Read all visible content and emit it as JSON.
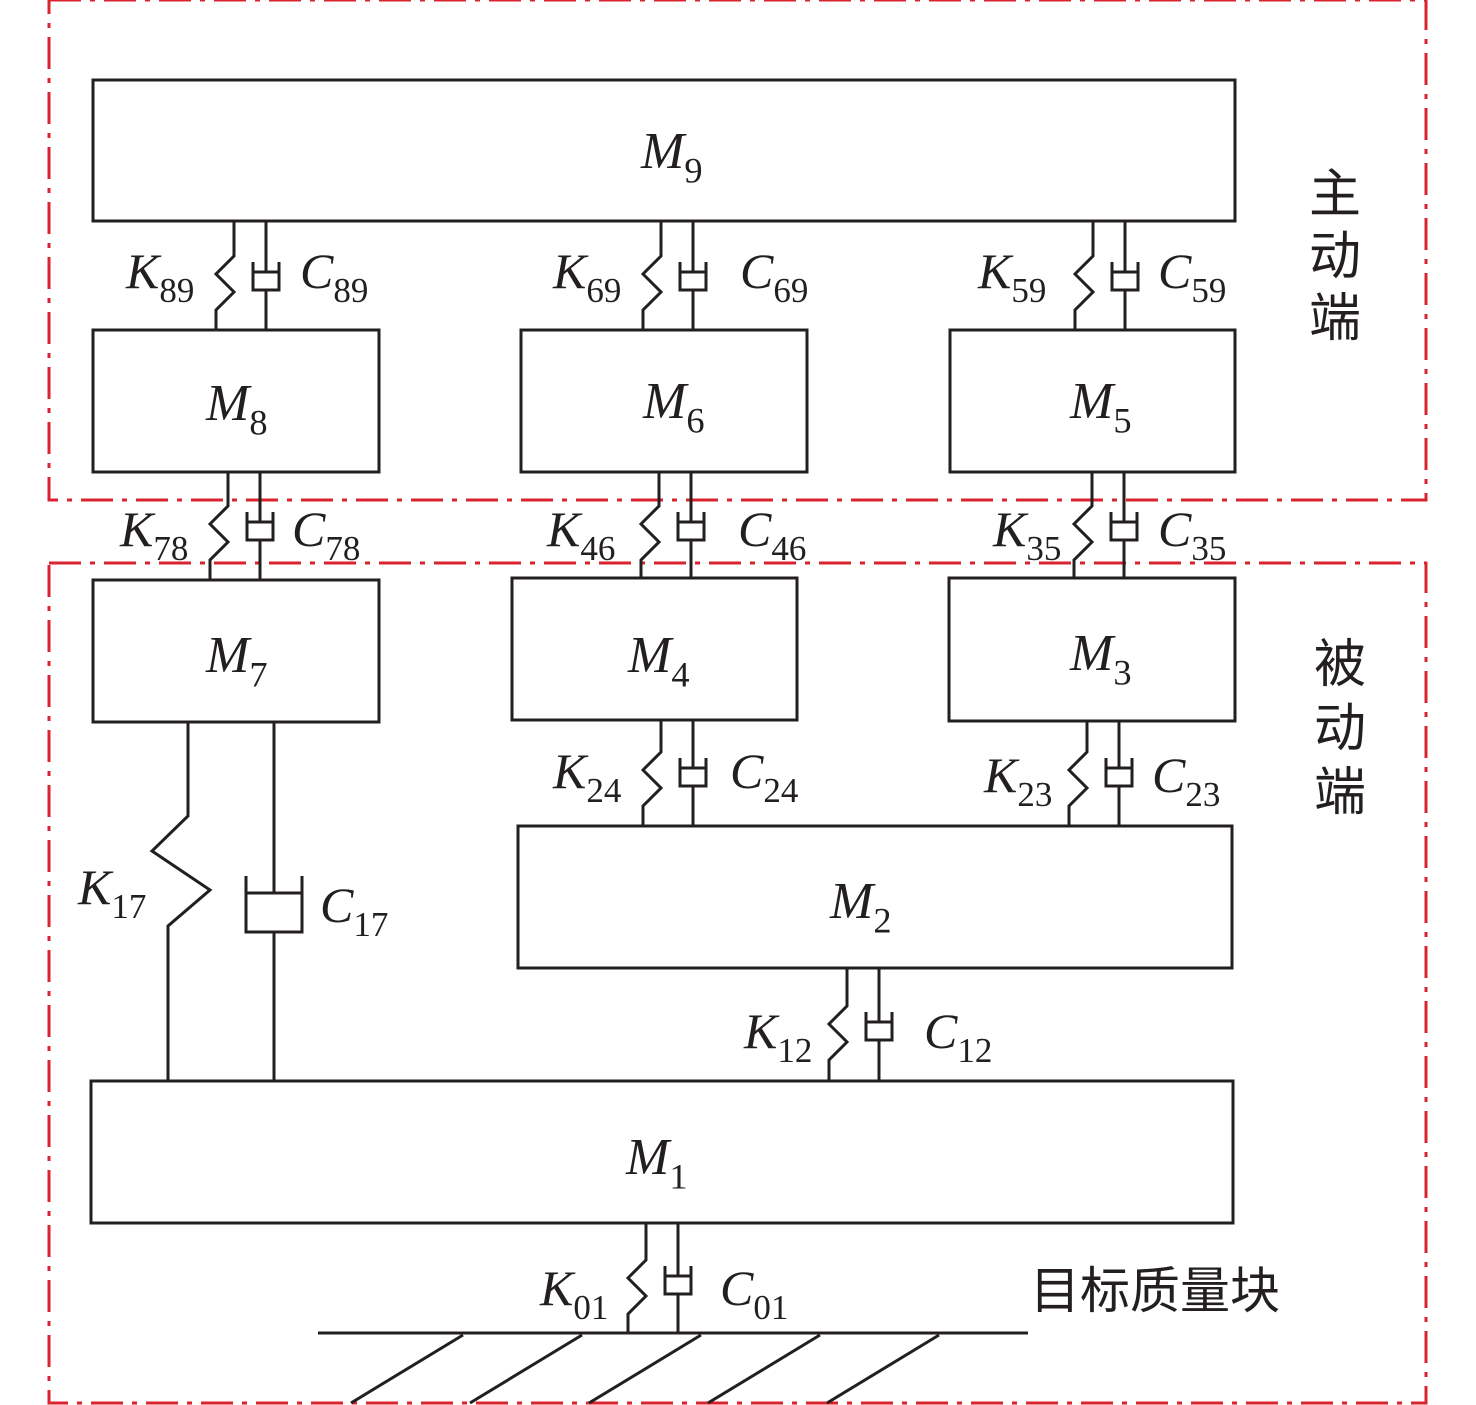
{
  "title": "Multi-mass spring-damper model",
  "regions": [
    {
      "id": "active",
      "label_chars": [
        "主",
        "动",
        "端"
      ],
      "label": "主动端"
    },
    {
      "id": "passive",
      "label_chars": [
        "被",
        "动",
        "端"
      ],
      "label": "被动端"
    }
  ],
  "target_label": "目标质量块",
  "colors": {
    "line": "#231f20",
    "region_border": "#d9232e",
    "background": "#ffffff"
  },
  "masses": [
    {
      "id": "M9",
      "symbol": "M",
      "sub": "9"
    },
    {
      "id": "M8",
      "symbol": "M",
      "sub": "8"
    },
    {
      "id": "M6",
      "symbol": "M",
      "sub": "6"
    },
    {
      "id": "M5",
      "symbol": "M",
      "sub": "5"
    },
    {
      "id": "M7",
      "symbol": "M",
      "sub": "7"
    },
    {
      "id": "M4",
      "symbol": "M",
      "sub": "4"
    },
    {
      "id": "M3",
      "symbol": "M",
      "sub": "3"
    },
    {
      "id": "M2",
      "symbol": "M",
      "sub": "2"
    },
    {
      "id": "M1",
      "symbol": "M",
      "sub": "1"
    }
  ],
  "connections": [
    {
      "id": "89",
      "from": "M9",
      "to": "M8",
      "spring": {
        "symbol": "K",
        "sub": "89"
      },
      "damper": {
        "symbol": "C",
        "sub": "89"
      }
    },
    {
      "id": "69",
      "from": "M9",
      "to": "M6",
      "spring": {
        "symbol": "K",
        "sub": "69"
      },
      "damper": {
        "symbol": "C",
        "sub": "69"
      }
    },
    {
      "id": "59",
      "from": "M9",
      "to": "M5",
      "spring": {
        "symbol": "K",
        "sub": "59"
      },
      "damper": {
        "symbol": "C",
        "sub": "59"
      }
    },
    {
      "id": "78",
      "from": "M8",
      "to": "M7",
      "spring": {
        "symbol": "K",
        "sub": "78"
      },
      "damper": {
        "symbol": "C",
        "sub": "78"
      }
    },
    {
      "id": "46",
      "from": "M6",
      "to": "M4",
      "spring": {
        "symbol": "K",
        "sub": "46"
      },
      "damper": {
        "symbol": "C",
        "sub": "46"
      }
    },
    {
      "id": "35",
      "from": "M5",
      "to": "M3",
      "spring": {
        "symbol": "K",
        "sub": "35"
      },
      "damper": {
        "symbol": "C",
        "sub": "35"
      }
    },
    {
      "id": "24",
      "from": "M4",
      "to": "M2",
      "spring": {
        "symbol": "K",
        "sub": "24"
      },
      "damper": {
        "symbol": "C",
        "sub": "24"
      }
    },
    {
      "id": "23",
      "from": "M3",
      "to": "M2",
      "spring": {
        "symbol": "K",
        "sub": "23"
      },
      "damper": {
        "symbol": "C",
        "sub": "23"
      }
    },
    {
      "id": "17",
      "from": "M7",
      "to": "M1",
      "spring": {
        "symbol": "K",
        "sub": "17"
      },
      "damper": {
        "symbol": "C",
        "sub": "17"
      }
    },
    {
      "id": "12",
      "from": "M2",
      "to": "M1",
      "spring": {
        "symbol": "K",
        "sub": "12"
      },
      "damper": {
        "symbol": "C",
        "sub": "12"
      }
    },
    {
      "id": "01",
      "from": "M1",
      "to": "ground",
      "spring": {
        "symbol": "K",
        "sub": "01"
      },
      "damper": {
        "symbol": "C",
        "sub": "01"
      }
    }
  ],
  "ground": {
    "name": "ground",
    "hatch_count": 5
  }
}
